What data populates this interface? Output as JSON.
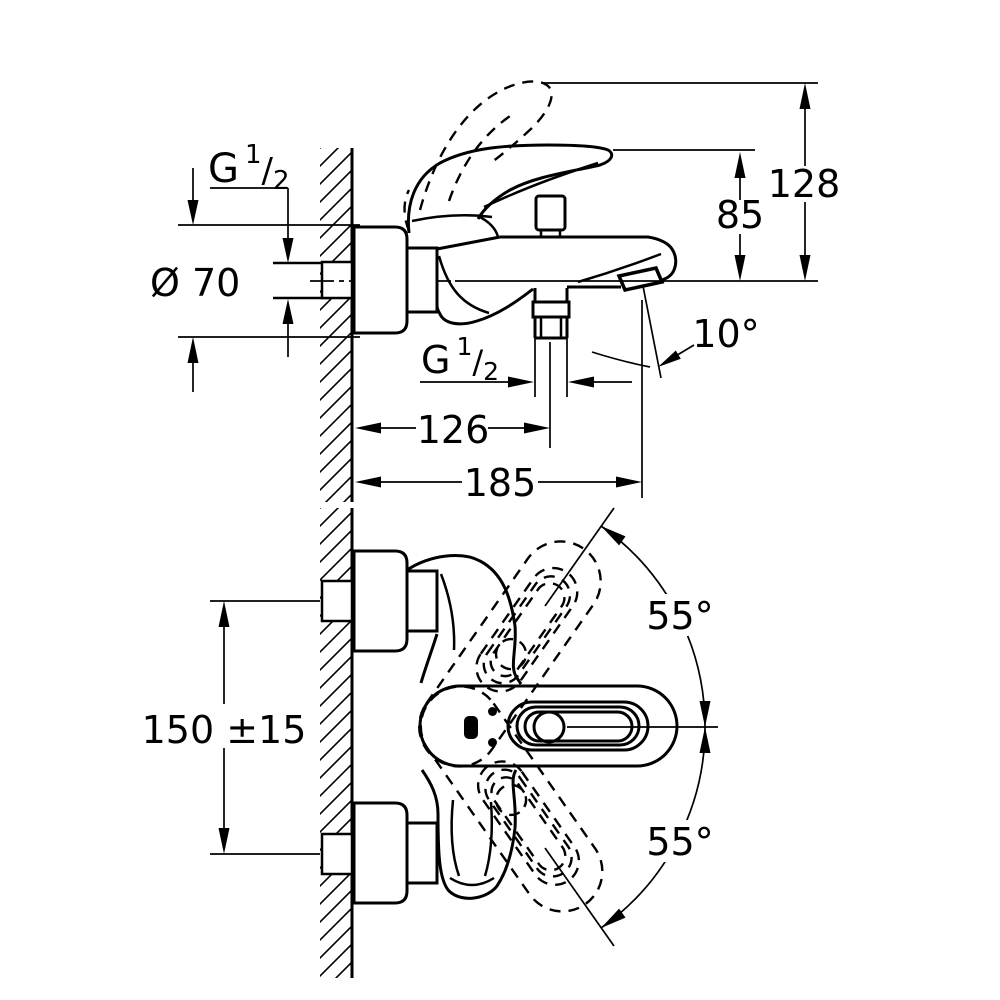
{
  "drawing": {
    "type": "installation dimensional drawing, wall-mounted single-lever bath mixer",
    "ink": "#000000",
    "background": "#ffffff"
  },
  "views": {
    "side_view": {
      "name": "side elevation",
      "dims": {
        "inlet_thread": {
          "prefix": "G",
          "numerator": "1",
          "slash": "/",
          "denominator": "2"
        },
        "escutcheon_diameter": "Ø 70",
        "height_overall": "128",
        "height_handle_to_outlet": "85",
        "spout_angle": "10°",
        "outlet_thread": {
          "prefix": "G",
          "numerator": "1",
          "slash": "/",
          "denominator": "2"
        },
        "wall_to_outlet": "126",
        "wall_to_spout_tip": "185"
      }
    },
    "front_view": {
      "name": "front elevation",
      "dims": {
        "connection_spacing": "150 ±15",
        "handle_swivel_up": "55°",
        "handle_swivel_down": "55°"
      }
    }
  }
}
